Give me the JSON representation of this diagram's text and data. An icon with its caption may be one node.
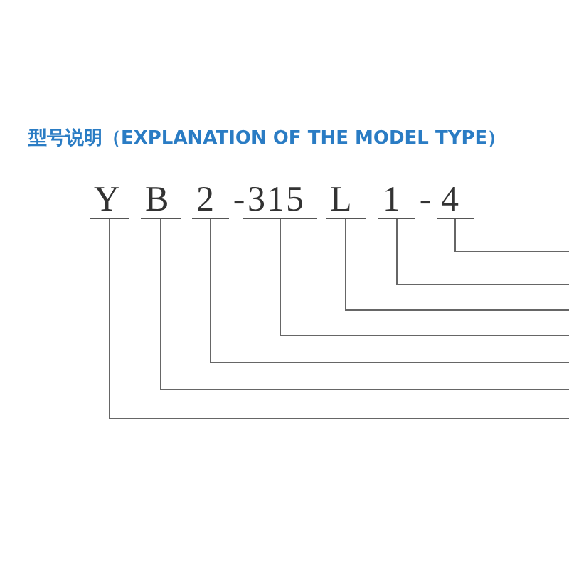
{
  "diagram": {
    "title": "型号说明（EXPLANATION OF THE MODEL TYPE）",
    "nodes": [
      {
        "text": [
          "Y"
        ]
      },
      {
        "text": [
          "B"
        ]
      },
      {
        "text": [
          "2"
        ]
      },
      {
        "text": [
          "315"
        ]
      },
      {
        "text": [
          "L"
        ]
      },
      {
        "text": [
          "1"
        ]
      },
      {
        "text": [
          "4"
        ]
      }
    ],
    "edges": [
      {
        "from": 0,
        "to": null,
        "arrow": "none"
      },
      {
        "from": 1,
        "to": null,
        "arrow": "none"
      },
      {
        "from": 2,
        "to": null,
        "arrow": "none"
      },
      {
        "from": 3,
        "to": null,
        "arrow": "none"
      },
      {
        "from": 4,
        "to": null,
        "arrow": "none"
      },
      {
        "from": 5,
        "to": null,
        "arrow": "none"
      },
      {
        "from": 6,
        "to": null,
        "arrow": "none"
      }
    ],
    "labels": [
      "-",
      "-"
    ]
  }
}
